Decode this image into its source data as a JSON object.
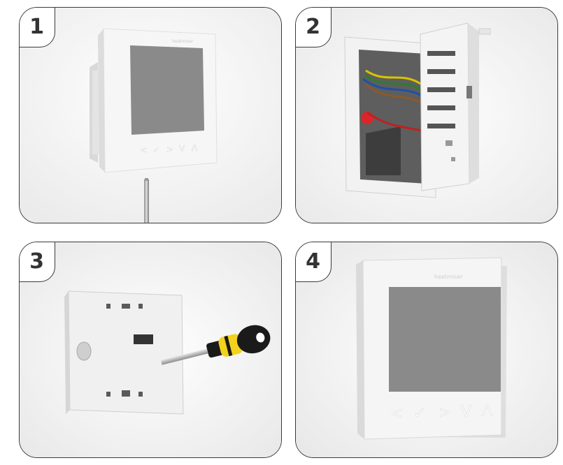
{
  "steps": [
    {
      "number": "1"
    },
    {
      "number": "2"
    },
    {
      "number": "3"
    },
    {
      "number": "4"
    }
  ],
  "device": {
    "brand_label": "heatmiser",
    "button_glyphs": [
      "<",
      "✓",
      ">",
      "V",
      "Λ"
    ]
  },
  "colors": {
    "panel_border": "#3a3a3a",
    "screen": "#8a8a8a",
    "device_body": "#f4f4f4",
    "handle_yellow": "#f2d21b",
    "handle_black": "#1a1a1a"
  }
}
